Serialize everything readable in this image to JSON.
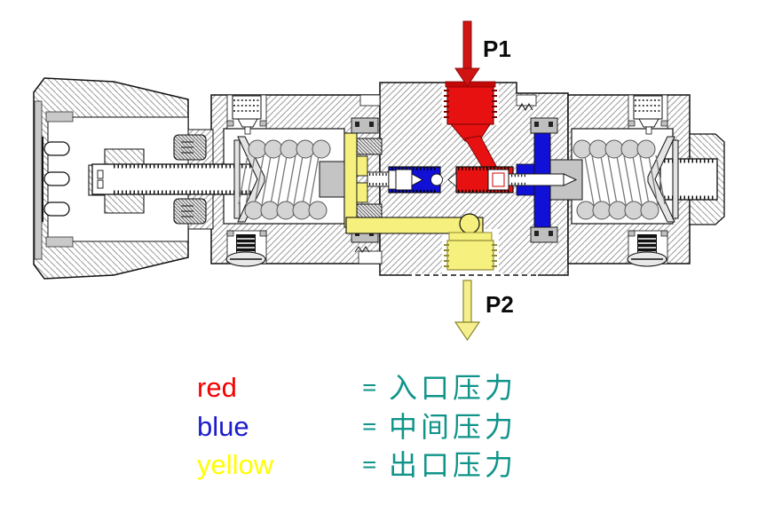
{
  "diagram": {
    "title": "pressure-regulator-valve-cross-section",
    "p1_label": "P1",
    "p2_label": "P2",
    "arrows": {
      "p1": "down-arrow",
      "p2": "down-arrow"
    }
  },
  "colors": {
    "inlet_red": "#e81111",
    "inlet_red_dark": "#7c0606",
    "intermediate_blue": "#1010d6",
    "outlet_yellow": "#f6f07e",
    "outlet_yellow_dark": "#8f8a33",
    "arrow_red": "#d01414",
    "arrow_red_dark": "#8e0b0b",
    "arrow_yellow": "#f5f08d",
    "arrow_yellow_dark": "#8b862d",
    "legend_teal": "#10948a"
  },
  "legend": {
    "rows": [
      {
        "color_word": "red",
        "equals": "=",
        "meaning": "入口压力",
        "text_color": "#f40000"
      },
      {
        "color_word": "blue",
        "equals": "=",
        "meaning": "中间压力",
        "text_color": "#1c1ccd"
      },
      {
        "color_word": "yellow",
        "equals": "=",
        "meaning": "出口压力",
        "text_color": "#ffff00"
      }
    ]
  }
}
